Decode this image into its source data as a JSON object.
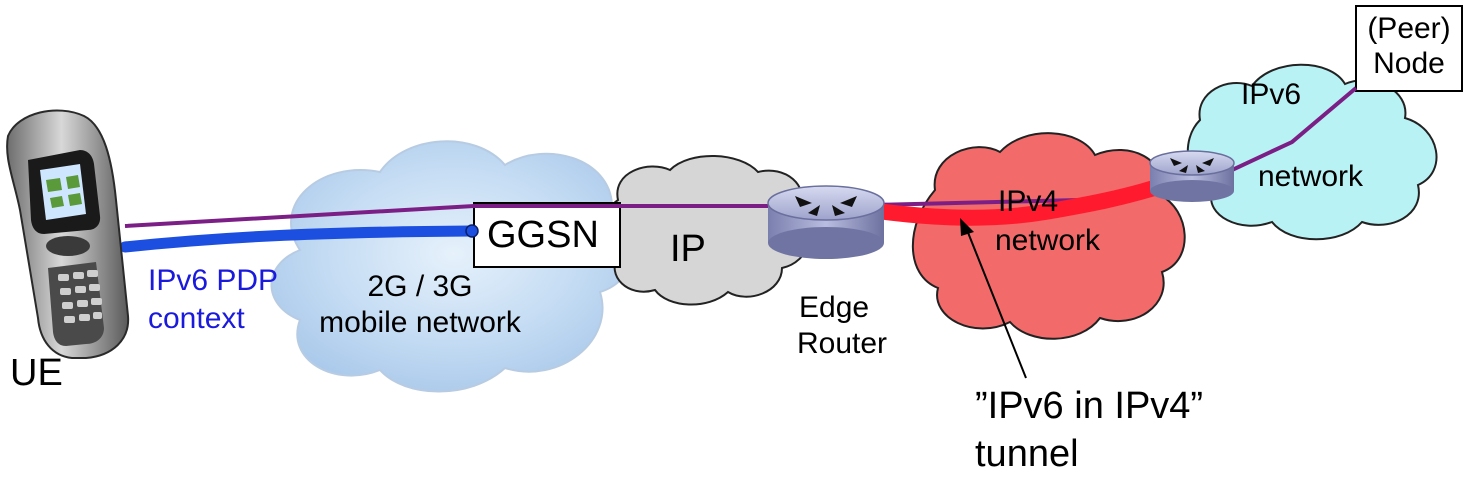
{
  "labels": {
    "ue": "UE",
    "pdp_line1": "IPv6 PDP",
    "pdp_line2": "context",
    "mobile_line1": "2G / 3G",
    "mobile_line2": "mobile network",
    "ggsn": "GGSN",
    "ip": "IP",
    "edge_line1": "Edge",
    "edge_line2": "Router",
    "ipv4_line1": "IPv4",
    "ipv4_line2": "network",
    "ipv6": "IPv6",
    "ipv6_network": "network",
    "peer_line1": "(Peer)",
    "peer_line2": "Node",
    "tunnel_line1": "”IPv6 in IPv4”",
    "tunnel_line2": "tunnel"
  },
  "colors": {
    "ipv6_path": "#7b1f86",
    "pdp_context": "#1c4fe0",
    "tunnel": "#ff1a2e",
    "mobile_cloud": "#bcd6f2",
    "ip_cloud": "#d6d6d6",
    "ipv4_cloud": "#f26a6a",
    "ipv6_cloud": "#b8f2f5",
    "router": "#8a8fb8"
  },
  "icons": [
    "phone-icon",
    "router-icon",
    "cloud-icon"
  ]
}
